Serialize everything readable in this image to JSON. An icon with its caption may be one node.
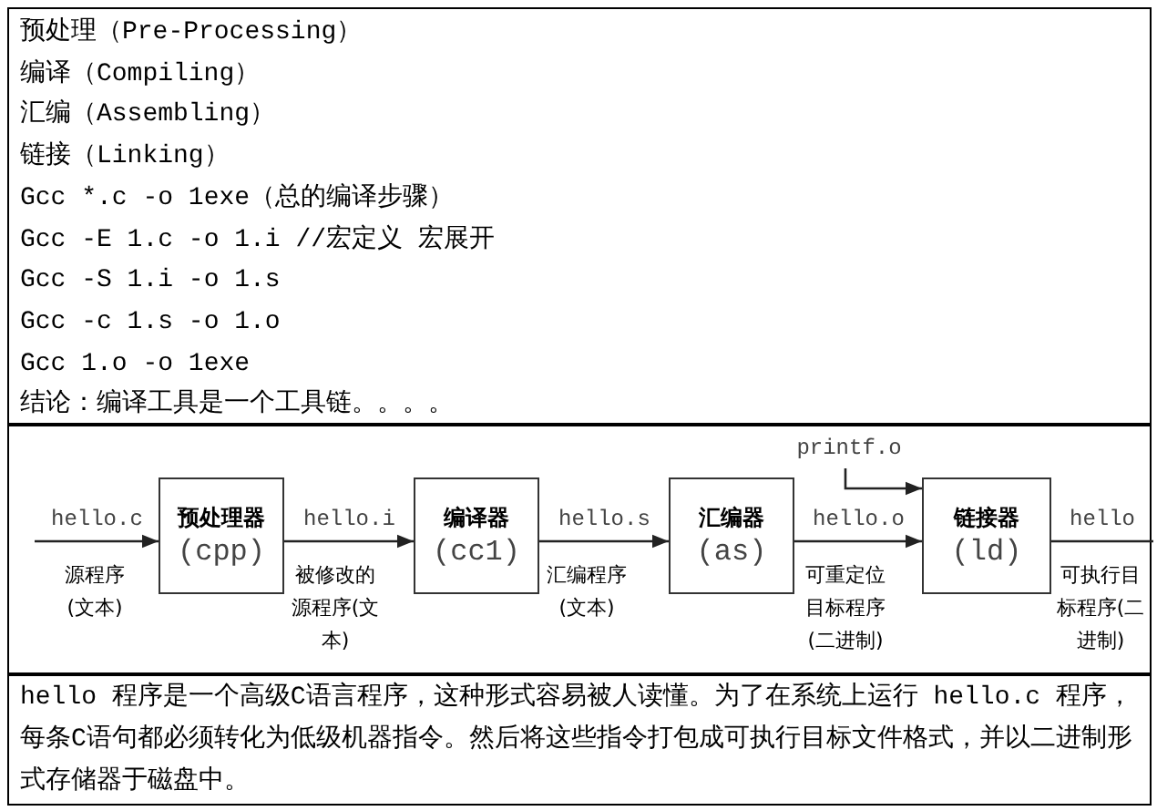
{
  "diagram": {
    "nodes": [
      {
        "text": [
          "预处理器",
          "(cpp)"
        ]
      },
      {
        "text": [
          "编译器",
          "(cc1)"
        ]
      },
      {
        "text": [
          "汇编器",
          "(as)"
        ]
      },
      {
        "text": [
          "链接器",
          "(ld)"
        ]
      },
      {
        "text": [
          "printf.o"
        ]
      }
    ],
    "edges": [
      {
        "from": null,
        "to": 0,
        "arrow": "to",
        "label": "hello.c"
      },
      {
        "from": 0,
        "to": 1,
        "arrow": "to",
        "label": "hello.i"
      },
      {
        "from": 1,
        "to": 2,
        "arrow": "to",
        "label": "hello.s"
      },
      {
        "from": 2,
        "to": 3,
        "arrow": "to",
        "label": "hello.o"
      },
      {
        "from": 4,
        "to": 3,
        "arrow": "to"
      },
      {
        "from": 3,
        "to": null,
        "arrow": "none",
        "label": "hello"
      }
    ],
    "labels": [
      "预处理（Pre-Processing）",
      "编译（Compiling）",
      "汇编（Assembling）",
      "链接（Linking）",
      "Gcc *.c -o 1exe（总的编译步骤）",
      "Gcc -E 1.c -o 1.i  //宏定义 宏展开",
      "Gcc -S 1.i -o 1.s",
      "Gcc -c 1.s -o 1.o",
      "Gcc 1.o -o 1exe",
      "结论：编译工具是一个工具链。。。。",
      "源程序(文本)",
      "被修改的源程序(文本)",
      "汇编程序(文本)",
      "可重定位目标程序(二进制)",
      "可执行目标程序(二进制)",
      "hello 程序是一个高级C语言程序，这种形式容易被人读懂。为了在系统上运行 hello.c 程序，每条C语句都必须转化为低级机器指令。然后将这些指令打包成可执行目标文件格式，并以二进制形式存储器于磁盘中。"
    ]
  }
}
